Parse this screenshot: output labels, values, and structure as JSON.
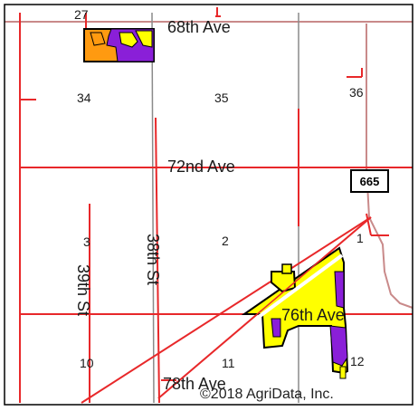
{
  "map": {
    "roads": {
      "ave_68": "68th Ave",
      "ave_72": "72nd Ave",
      "ave_76": "76th Ave",
      "ave_78": "78th Ave",
      "st_38": "38th St",
      "st_39": "39th St"
    },
    "highway_shield": "665",
    "sections": [
      "27",
      "34",
      "35",
      "36",
      "3",
      "2",
      "1",
      "10",
      "11",
      "12"
    ],
    "credit": "©2018 AgriData, Inc.",
    "colors": {
      "section_line": "#e8282a",
      "road_gray": "#8a8a8a",
      "river_pink": "#c98a8a",
      "soil_yellow": "#ffff00",
      "soil_purple": "#8a1fd8",
      "soil_orange": "#ff9a10",
      "field_outline": "#000000"
    }
  }
}
